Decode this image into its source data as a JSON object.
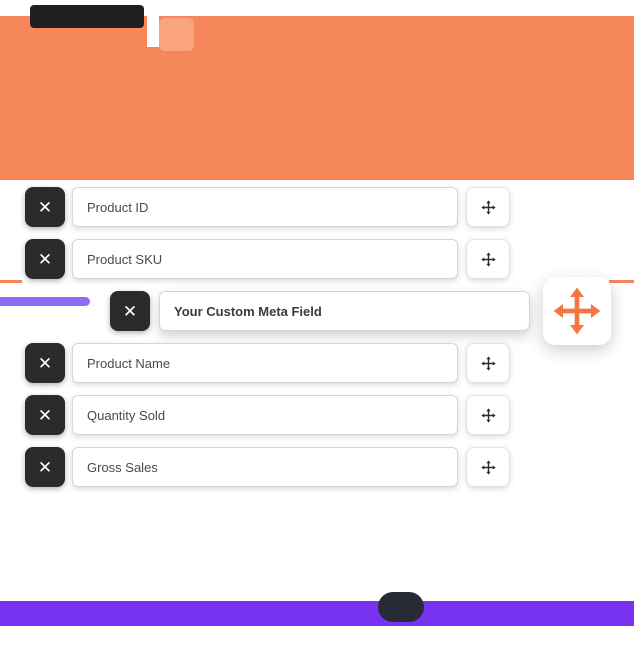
{
  "colors": {
    "orange": "#F6875A",
    "orange_light": "#F9A47D",
    "orange_strong": "#F4763F",
    "purple_bar": "#7733F0",
    "purple_indicator": "#8F6BF5",
    "dark": "#2B2B2B"
  },
  "icons": {
    "remove": "✕",
    "move": "arrows-move-icon",
    "drag_cursor": "arrows-move-icon-large",
    "pointer": "pointer-blob"
  },
  "rows": [
    {
      "label": "Product ID",
      "state": "normal"
    },
    {
      "label": "Product SKU",
      "state": "normal"
    },
    {
      "label": "Your Custom Meta Field",
      "state": "dragging"
    },
    {
      "label": "Product Name",
      "state": "normal"
    },
    {
      "label": "Quantity Sold",
      "state": "normal"
    },
    {
      "label": "Gross Sales",
      "state": "normal"
    }
  ]
}
